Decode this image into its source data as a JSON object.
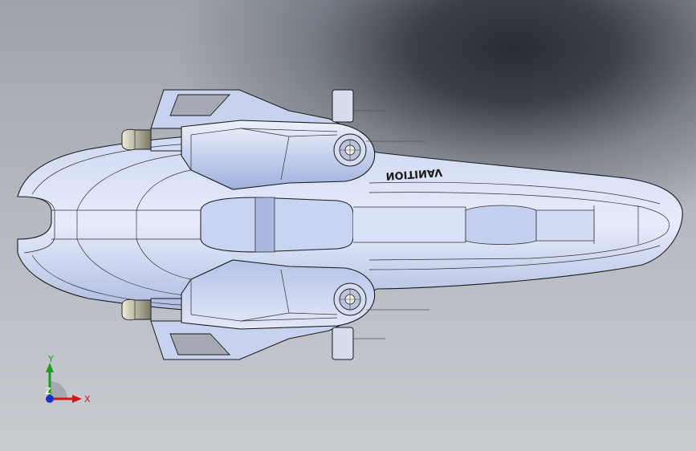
{
  "model": {
    "hull_lettering": "NOITINAV"
  },
  "triad": {
    "x_label": "X",
    "y_label": "Y",
    "z_label": "Z",
    "x_color": "#d01818",
    "y_color": "#18a018",
    "z_color": "#1830d0"
  },
  "colors": {
    "hull_light": "#dfe6f8",
    "hull_mid": "#aebde4",
    "hull_dark": "#7d8fc0",
    "edge": "#1a1a1a"
  }
}
